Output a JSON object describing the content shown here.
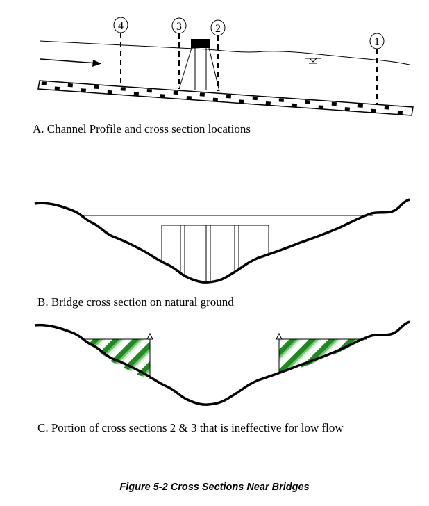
{
  "panel_a": {
    "caption": "A.  Channel Profile and cross section locations",
    "markers": [
      "4",
      "3",
      "2",
      "1"
    ]
  },
  "panel_b": {
    "caption": "B.  Bridge cross section on natural ground"
  },
  "panel_c": {
    "caption": "C.  Portion of cross sections 2 & 3 that is ineffective for low flow"
  },
  "figure_title": "Figure 5-2 Cross Sections Near Bridges",
  "colors": {
    "ink": "#000000",
    "hatch_dark": "#1f8a1f",
    "hatch_mid": "#5fb05f",
    "hatch_light": "#cfe8cf"
  }
}
